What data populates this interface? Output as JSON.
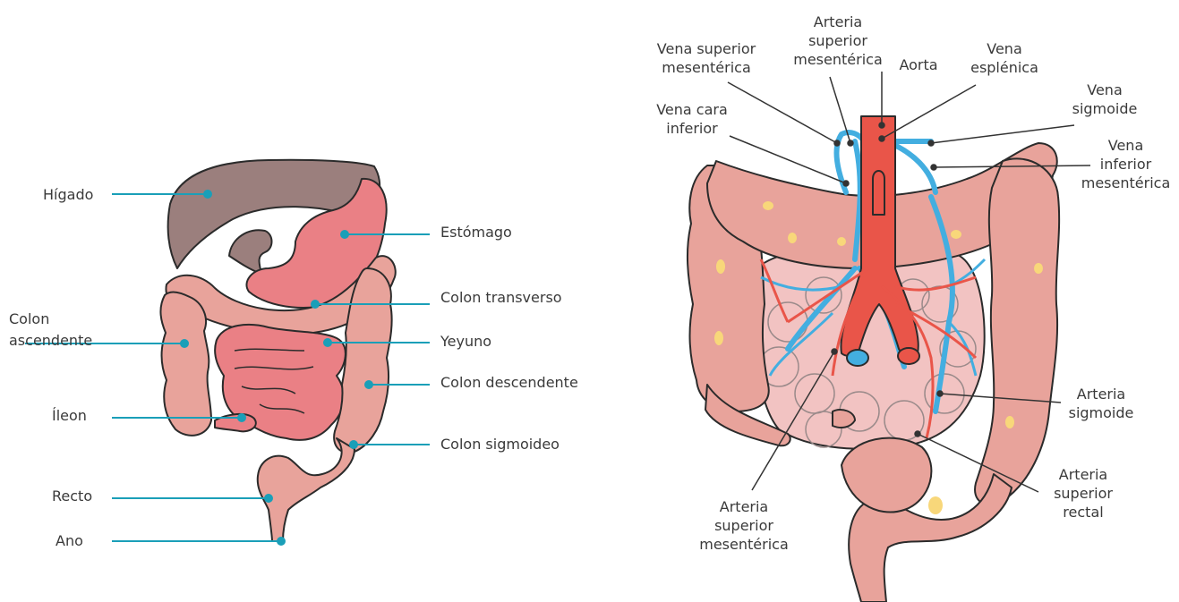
{
  "left_diagram": {
    "labels": {
      "higado": "Hígado",
      "estomago": "Estómago",
      "colon_transverso": "Colon transverso",
      "colon_ascendente_1": "Colon",
      "colon_ascendente_2": "ascendente",
      "yeyuno": "Yeyuno",
      "colon_descendente": "Colon descendente",
      "ileon": "Íleon",
      "colon_sigmoideo": "Colon sigmoideo",
      "recto": "Recto",
      "ano": "Ano"
    }
  },
  "right_diagram": {
    "labels": {
      "arteria_sup_mes_top_1": "Arteria",
      "arteria_sup_mes_top_2": "superior",
      "arteria_sup_mes_top_3": "mesentérica",
      "vena_sup_mes_1": "Vena superior",
      "vena_sup_mes_2": "mesentérica",
      "aorta": "Aorta",
      "vena_esplenica_1": "Vena",
      "vena_esplenica_2": "esplénica",
      "vena_sigmoide_1": "Vena",
      "vena_sigmoide_2": "sigmoide",
      "vena_cara_inf_1": "Vena cara",
      "vena_cara_inf_2": "inferior",
      "vena_inf_mes_1": "Vena",
      "vena_inf_mes_2": "inferior",
      "vena_inf_mes_3": "mesentérica",
      "arteria_sigmoide_1": "Arteria",
      "arteria_sigmoide_2": "sigmoide",
      "arteria_sup_rectal_1": "Arteria",
      "arteria_sup_rectal_2": "superior",
      "arteria_sup_rectal_3": "rectal",
      "arteria_sup_mes_bot_1": "Arteria",
      "arteria_sup_mes_bot_2": "superior",
      "arteria_sup_mes_bot_3": "mesentérica"
    }
  },
  "colors": {
    "liver": "#9b7f7d",
    "stomach": "#ea8085",
    "intestine": "#e8a39b",
    "small_intestine_light": "#f2c3c2",
    "artery": "#e95549",
    "vein": "#43aee0",
    "fat": "#f8d77a",
    "leader_line_left": "#1a9fb8",
    "leader_line_right": "#333333"
  }
}
